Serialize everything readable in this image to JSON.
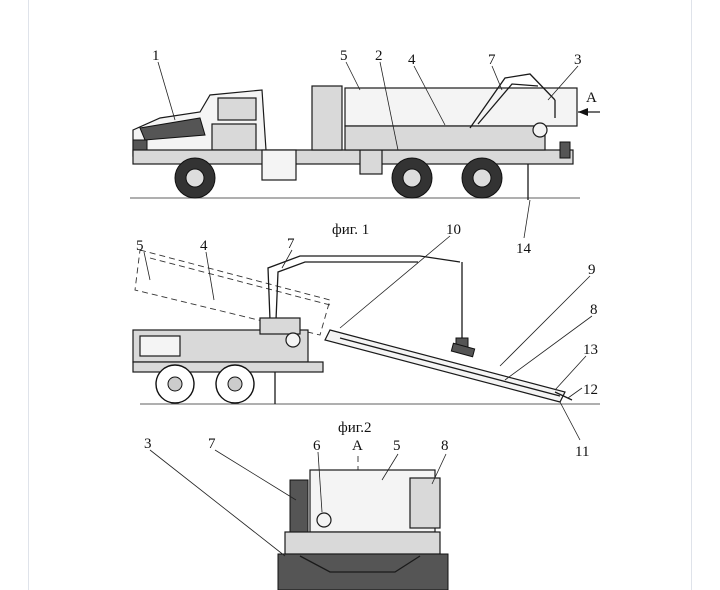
{
  "figure1": {
    "caption": "фиг. 1",
    "labels": [
      "1",
      "5",
      "2",
      "4",
      "7",
      "3",
      "A",
      "14"
    ]
  },
  "figure2": {
    "caption": "фиг.2",
    "labels": [
      "5",
      "4",
      "7",
      "10",
      "9",
      "8",
      "13",
      "12",
      "11"
    ]
  },
  "figure3": {
    "labels": [
      "3",
      "7",
      "6",
      "A",
      "5",
      "8"
    ]
  }
}
